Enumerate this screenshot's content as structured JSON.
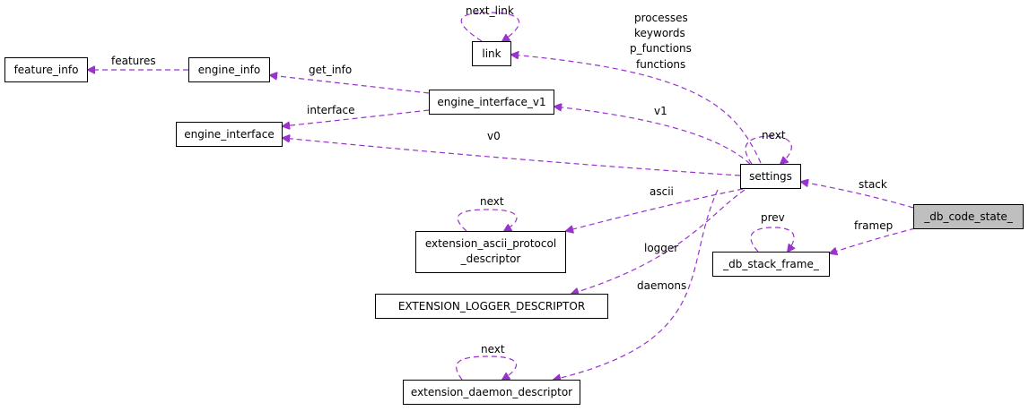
{
  "colors": {
    "edge": "#9a32cd",
    "focus_fill": "#bfbfbf",
    "node_fill": "#ffffff",
    "border": "#000000"
  },
  "nodes": {
    "feature_info": "feature_info",
    "engine_info": "engine_info",
    "link": "link",
    "engine_interface_v1": "engine_interface_v1",
    "engine_interface": "engine_interface",
    "settings": "settings",
    "db_code_state": "_db_code_state_",
    "db_stack_frame": "_db_stack_frame_",
    "extension_ascii_line1": "extension_ascii_protocol",
    "extension_ascii_line2": "_descriptor",
    "extension_logger": "EXTENSION_LOGGER_DESCRIPTOR",
    "extension_daemon": "extension_daemon_descriptor"
  },
  "edges": {
    "features": "features",
    "get_info": "get_info",
    "next_link": "next_link",
    "link_processes": "processes",
    "link_keywords": "keywords",
    "link_p_functions": "p_functions",
    "link_functions": "functions",
    "interface": "interface",
    "v1": "v1",
    "v0": "v0",
    "settings_next": "next",
    "stack": "stack",
    "ascii": "ascii",
    "ascii_next": "next",
    "logger": "logger",
    "daemons": "daemons",
    "daemon_next": "next",
    "prev": "prev",
    "framep": "framep"
  }
}
